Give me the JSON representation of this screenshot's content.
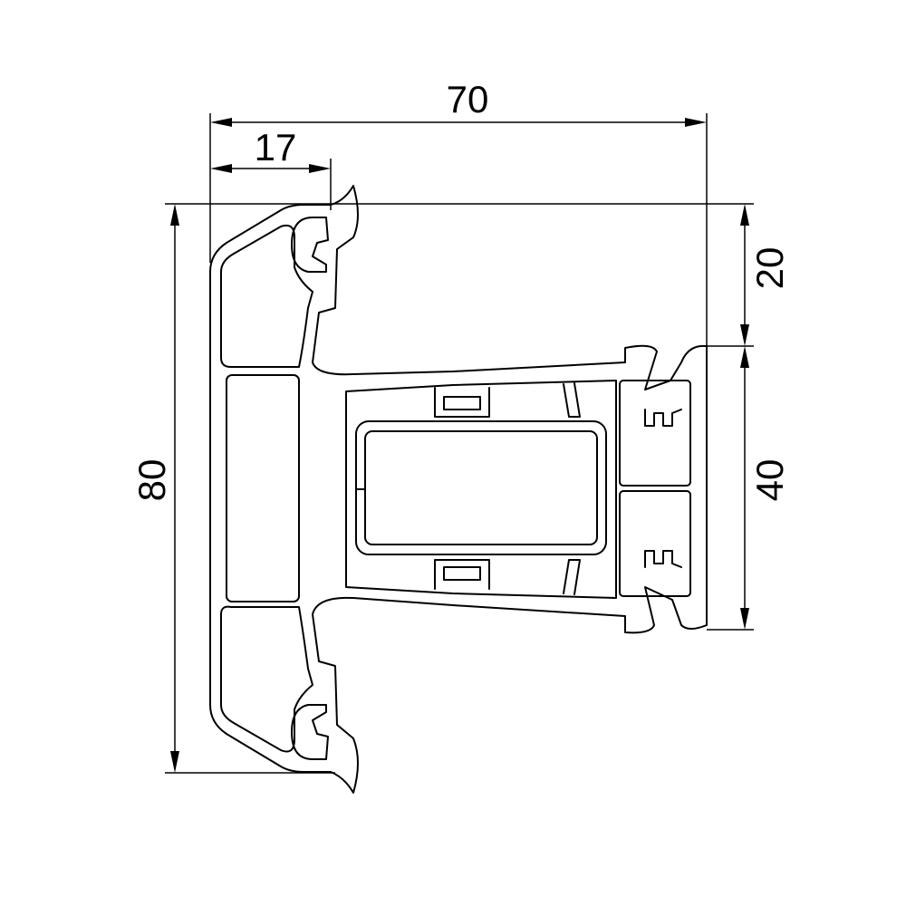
{
  "dimensions": {
    "overall_width": "70",
    "offset_width": "17",
    "overall_height": "80",
    "upper_height": "20",
    "lower_height": "40"
  },
  "colors": {
    "stroke": "#000000",
    "background": "#ffffff"
  }
}
